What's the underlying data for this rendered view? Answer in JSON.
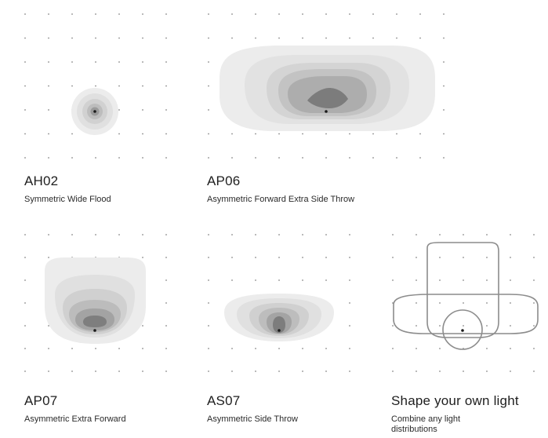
{
  "colors": {
    "dot": "#8a8a8a",
    "shade_light": "#ececec",
    "shade_dark": "#7c7c7c",
    "outline": "#8c8c8c",
    "center_dot": "#1a1a1a"
  },
  "items": [
    {
      "id": "ah02",
      "code": "AH02",
      "description": "Symmetric Wide Flood",
      "distribution": "symmetric-wide-flood-icon"
    },
    {
      "id": "ap06",
      "code": "AP06",
      "description": "Asymmetric Forward Extra Side Throw",
      "distribution": "asymmetric-forward-extra-side-throw-icon"
    },
    {
      "id": "ap07",
      "code": "AP07",
      "description": "Asymmetric Extra Forward",
      "distribution": "asymmetric-extra-forward-icon"
    },
    {
      "id": "as07",
      "code": "AS07",
      "description": "Asymmetric Side Throw",
      "distribution": "asymmetric-side-throw-icon"
    },
    {
      "id": "custom",
      "code": "Shape your own light",
      "description": "Combine any light distributions",
      "distribution": "combined-outline-shapes-icon"
    }
  ]
}
